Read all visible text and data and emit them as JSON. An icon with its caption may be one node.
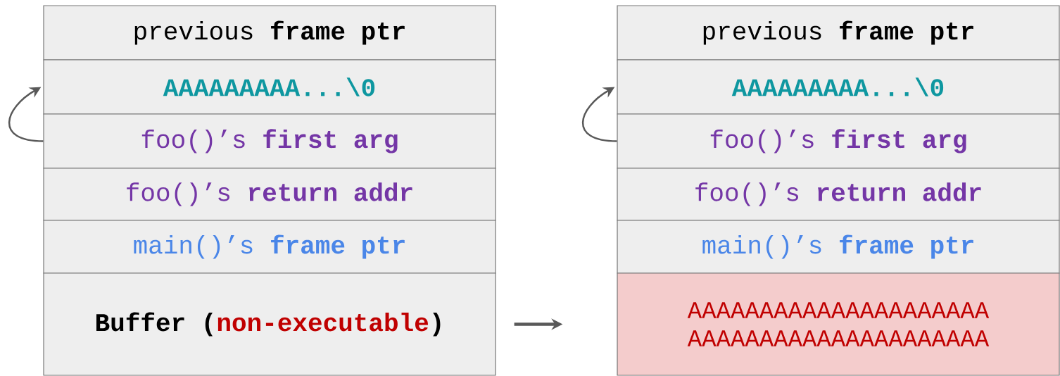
{
  "diagram": {
    "nodes": [
      {
        "text": [
          "previous **frame ptr**"
        ]
      },
      {
        "text": [
          "AAAAAAAAA...\\0"
        ]
      },
      {
        "text": [
          "foo()’s **first arg**"
        ]
      },
      {
        "text": [
          "foo()’s **return addr**"
        ]
      },
      {
        "text": [
          "main()’s **frame ptr**"
        ]
      },
      {
        "text": [
          "Buffer (",
          "non-executable",
          ")"
        ]
      },
      {
        "text": [
          "previous **frame ptr**"
        ]
      },
      {
        "text": [
          "AAAAAAAAA...\\0"
        ]
      },
      {
        "text": [
          "foo()’s **first arg**"
        ]
      },
      {
        "text": [
          "foo()’s **return addr**"
        ]
      },
      {
        "text": [
          "main()’s **frame ptr**"
        ]
      },
      {
        "text": [
          "AAAAAAAAAAAAAAAAAAAAA AAAAAAAAAAAAAAAAAAAAA"
        ]
      }
    ],
    "edges": [
      {
        "from": 2,
        "to": 1,
        "arrow": "to"
      },
      {
        "from": 8,
        "to": 7,
        "arrow": "to"
      },
      {
        "from": 5,
        "to": 11,
        "arrow": "to"
      }
    ]
  }
}
